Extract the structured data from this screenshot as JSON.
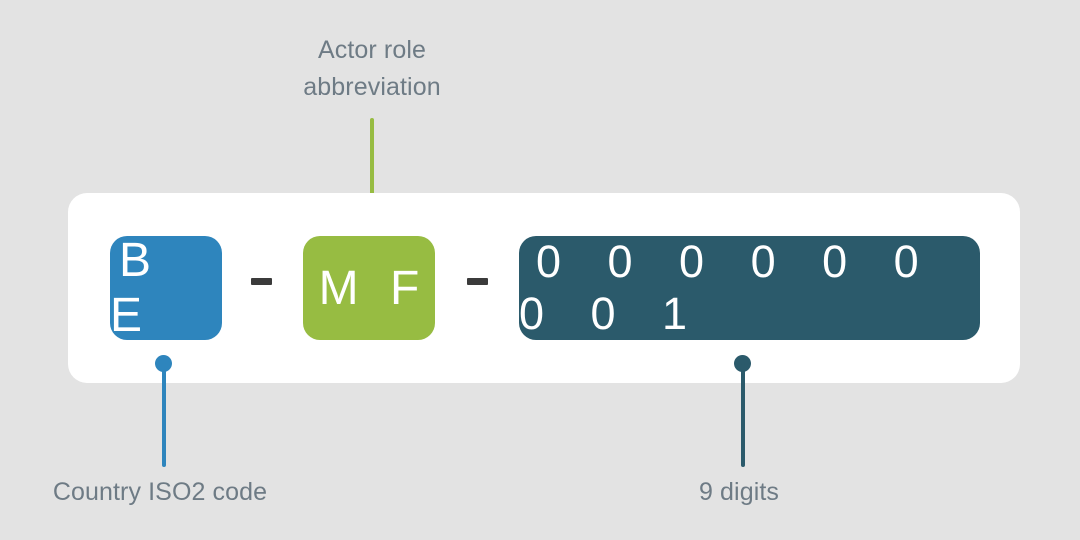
{
  "page": {
    "background_color": "#e3e3e3",
    "card_color": "#ffffff"
  },
  "identifier": {
    "full_code": "BE-MF-000000001",
    "segments": [
      {
        "key": "country",
        "value": "B E",
        "color": "#2e85bd",
        "label": "Country ISO2 code"
      },
      {
        "key": "role",
        "value": "M F",
        "color": "#97bc42",
        "label": "Actor role\nabbreviation"
      },
      {
        "key": "number",
        "value": "0 0 0 0 0 0 0 0 1",
        "color": "#2b5a6b",
        "label": "9 digits"
      }
    ],
    "separators": [
      {
        "key": "separator-1",
        "glyph": "-"
      },
      {
        "key": "separator-2",
        "glyph": "-"
      }
    ]
  },
  "callouts": {
    "actor_role": {
      "text": "Actor role\nabbreviation",
      "color": "#97bc42",
      "text_color": "#6e7b85"
    },
    "country": {
      "text": "Country ISO2 code",
      "color": "#2e85bd",
      "text_color": "#6e7b85"
    },
    "digits": {
      "text": "9 digits",
      "color": "#2b5a6b",
      "text_color": "#6e7b85"
    }
  }
}
